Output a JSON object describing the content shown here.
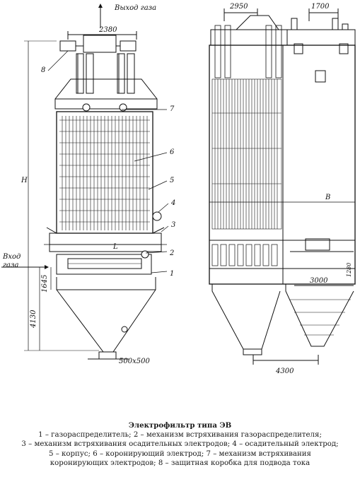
{
  "labels": {
    "gas_outlet": "Выход газа",
    "gas_inlet_1": "Вход",
    "gas_inlet_2": "газа",
    "dim_2380": "2380",
    "dim_2950": "2950",
    "dim_1700": "1700",
    "dim_H": "H",
    "dim_L": "L",
    "dim_B": "B",
    "dim_1645": "1645",
    "dim_4130": "4130",
    "dim_500x500": "500x500",
    "dim_3000": "3000",
    "dim_4300": "4300",
    "dim_1280": "1280",
    "callouts": [
      "1",
      "2",
      "3",
      "4",
      "5",
      "6",
      "7",
      "8"
    ]
  },
  "caption": {
    "title": "Электрофильтр типа ЭВ",
    "lines": [
      "1 – газораспределитель; 2 – механизм встряхивания газораспределителя;",
      "3 – механизм встряхивания осадительных электродов; 4 – осадительный электрод;",
      "5 – корпус; 6 – коронирующий электрод; 7 – механизм встряхивания",
      "коронирующих электродов; 8 – защитная коробка для подвода тока"
    ]
  }
}
